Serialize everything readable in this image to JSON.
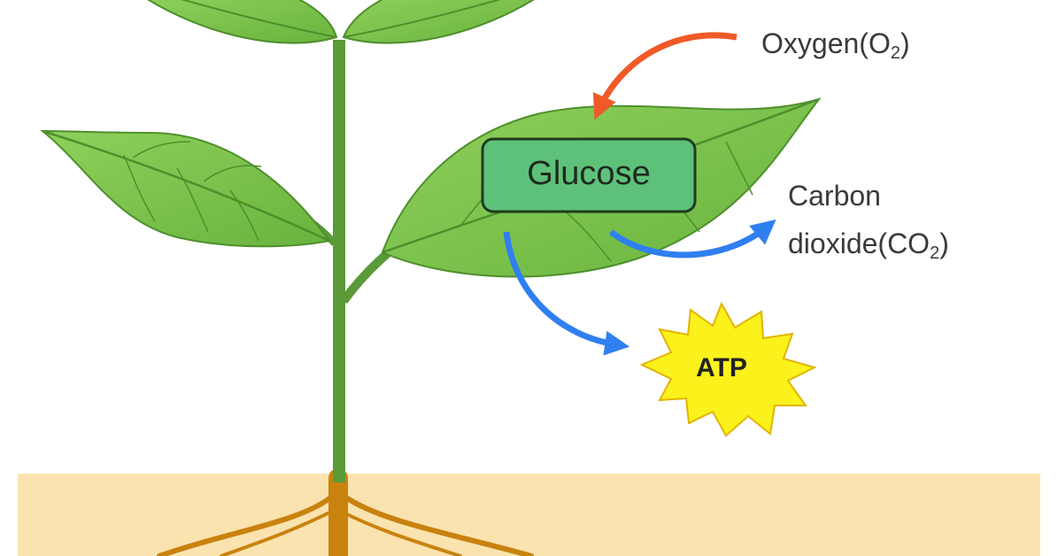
{
  "labels": {
    "oxygen": "Oxygen(O",
    "oxygen_sub": "2",
    "oxygen_close": ")",
    "carbon_line1": "Carbon",
    "carbon_line2": "dioxide(CO",
    "carbon_sub": "2",
    "carbon_close": ")",
    "glucose": "Glucose",
    "atp": "ATP"
  },
  "colors": {
    "leaf": "#7cc24e",
    "leaf_dark": "#4e8f2c",
    "stem": "#5a9a38",
    "soil": "#fbe3b0",
    "root": "#c9820e",
    "glucose_box": "#5ec17a",
    "oxygen_arrow": "#f05a28",
    "co2_arrow": "#2f7ff0",
    "atp_burst": "#fbf21c"
  }
}
